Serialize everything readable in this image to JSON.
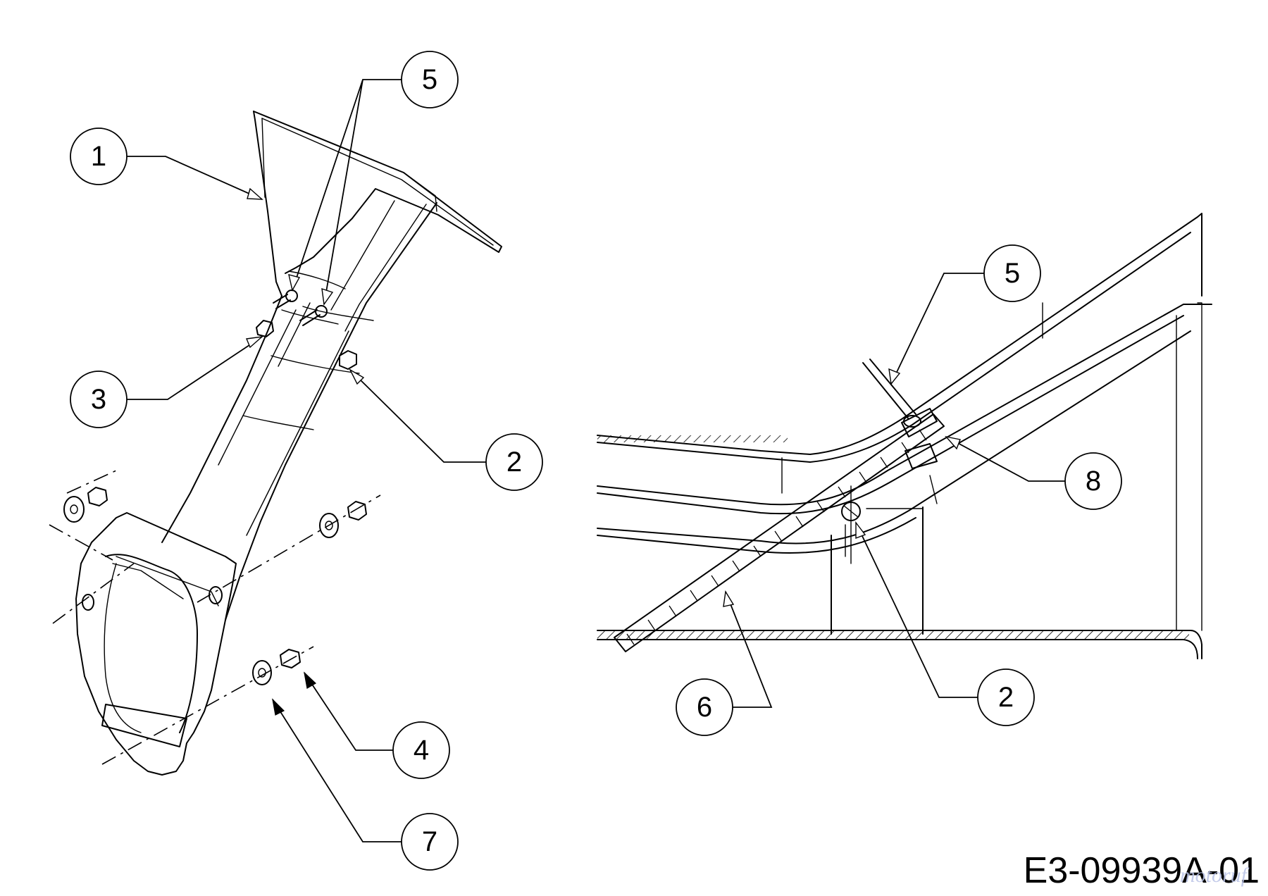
{
  "callouts": [
    {
      "label": "1"
    },
    {
      "label": "5"
    },
    {
      "label": "3"
    },
    {
      "label": "2"
    },
    {
      "label": "4"
    },
    {
      "label": "7"
    },
    {
      "label": "5"
    },
    {
      "label": "8"
    },
    {
      "label": "2"
    },
    {
      "label": "6"
    }
  ],
  "part_number": "E3-09939A-01",
  "watermark": "motoruf"
}
